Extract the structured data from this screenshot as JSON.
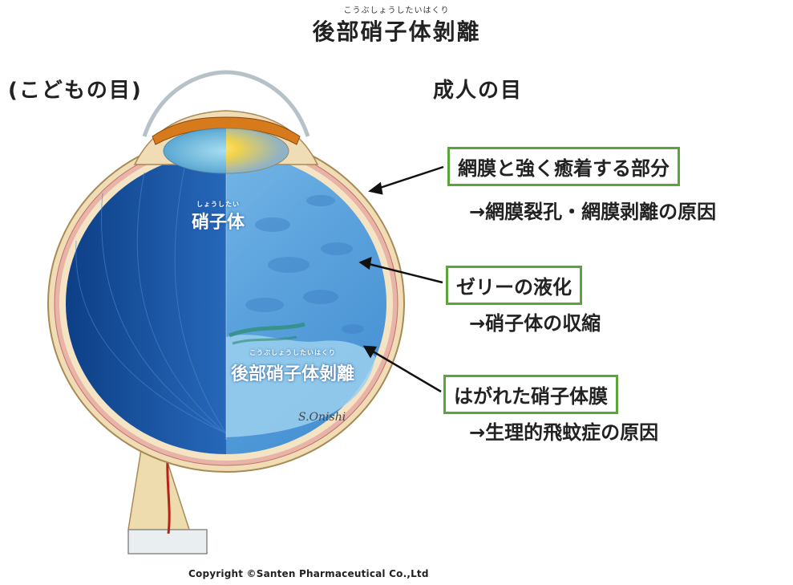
{
  "title_ruby": "こうぶしょうしたいはくり",
  "title": "後部硝子体剝離",
  "child_label": "(こどもの目)",
  "adult_label": "成人の目",
  "vitreous_ruby": "しょうしたい",
  "vitreous_label": "硝子体",
  "pvd_ruby": "こうぶしょうしたいはくり",
  "pvd_label": "後部硝子体剝離",
  "callouts": [
    {
      "box": "網膜と強く癒着する部分",
      "sub": "→網膜裂孔・網膜剥離の原因"
    },
    {
      "box": "ゼリーの液化",
      "sub": "→硝子体の収縮"
    },
    {
      "box": "はがれた硝子体膜",
      "sub": "→生理的飛蚊症の原因"
    }
  ],
  "signature": "S.Onishi",
  "copyright": "Copyright ©Santen Pharmaceutical Co.,Ltd",
  "colors": {
    "callout_border": "#5aa43a",
    "vitreous_child": "#1f5fb0",
    "vitreous_adult": "#6fb2e6",
    "sclera": "#f0ddb5",
    "iris": "#d77a1c"
  }
}
